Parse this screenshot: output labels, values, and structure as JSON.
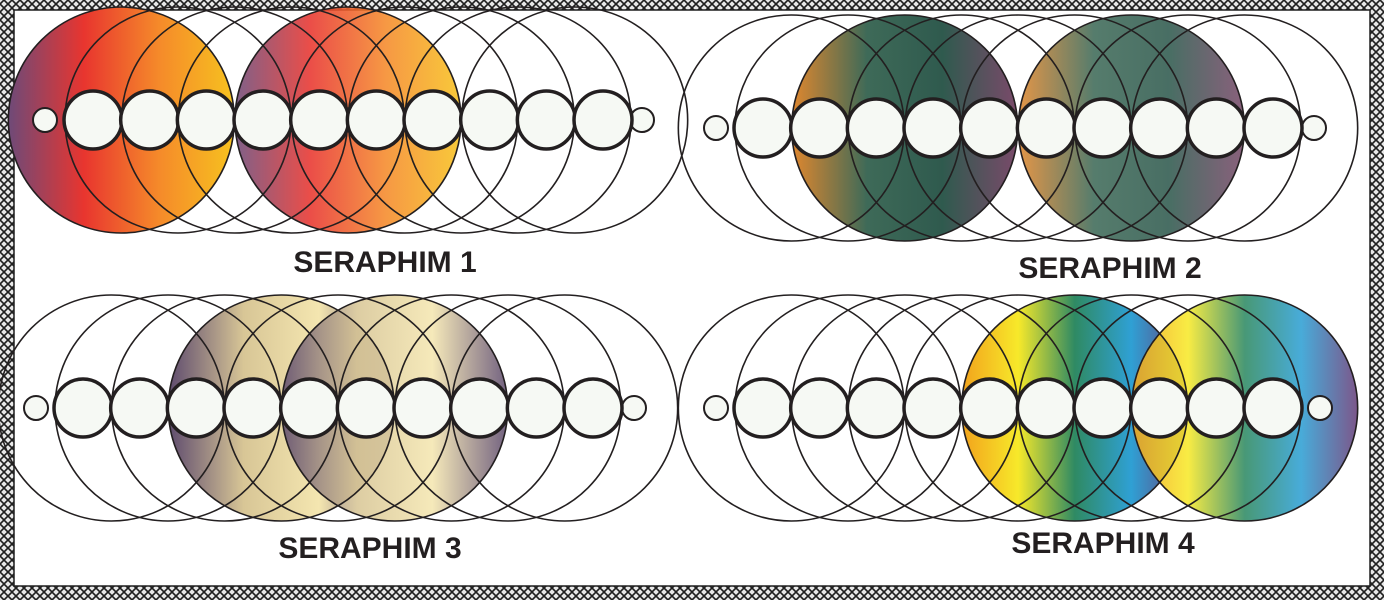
{
  "panels": [
    {
      "caption": "SERAPHIM 1",
      "gradient": [
        "#6e4a78",
        "#e8352f",
        "#f58a2a",
        "#f7c21f"
      ],
      "lens_color": "#2f98c9"
    },
    {
      "caption": "SERAPHIM 2",
      "gradient": [
        "#e0872e",
        "#3e6a58",
        "#2f5a4e",
        "#7a4a6a"
      ],
      "lens_color": "#f4b24c"
    },
    {
      "caption": "SERAPHIM 3",
      "gradient": [
        "#5e4b6e",
        "#d8c696",
        "#f4e6b0",
        "#5e4b6e"
      ],
      "lens_color": "#f3a423"
    },
    {
      "caption": "SERAPHIM 4",
      "gradient": [
        "#f2a21c",
        "#f7e92a",
        "#2f8a63",
        "#2fa0d4",
        "#6a3f7a"
      ],
      "lens_color": "#e0303a"
    }
  ],
  "colors": {
    "stroke": "#231f20",
    "pearl": "#f6f9f4",
    "frame": "#1f1f1f"
  }
}
